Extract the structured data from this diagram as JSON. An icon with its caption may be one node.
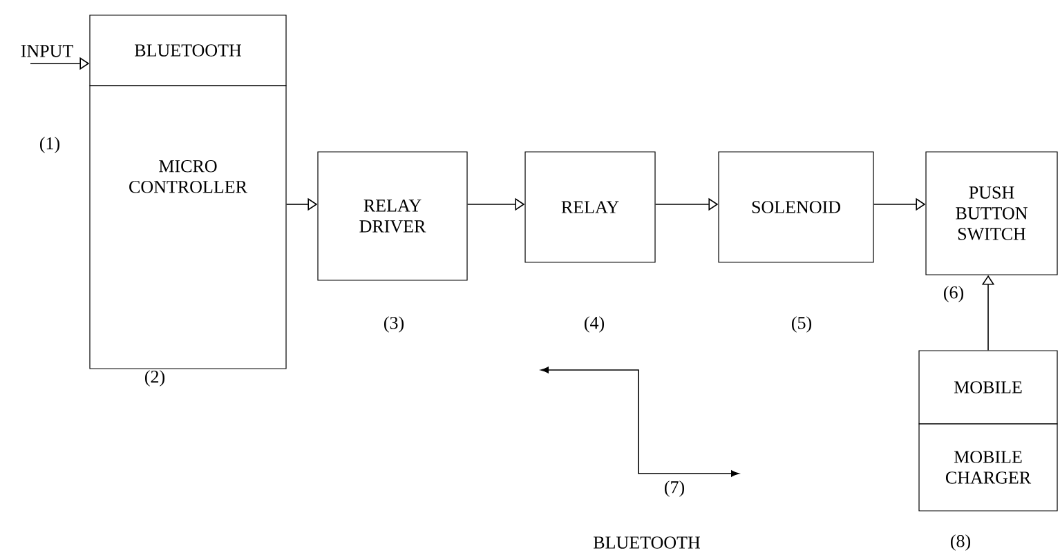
{
  "diagram": {
    "nodes": [
      {
        "text": [
          "INPUT"
        ]
      },
      {
        "text": [
          "BLUETOOTH"
        ]
      },
      {
        "text": [
          "MICRO CONTROLLER"
        ],
        "beside": [
          "(2)"
        ]
      },
      {
        "text": [
          "RELAY DRIVER"
        ],
        "beside": [
          "(3)"
        ]
      },
      {
        "text": [
          "RELAY"
        ],
        "beside": [
          "(4)"
        ]
      },
      {
        "text": [
          "SOLENOID"
        ],
        "beside": [
          "(5)"
        ]
      },
      {
        "text": [
          "PUSH BUTTON SWITCH"
        ],
        "beside": [
          "(6)"
        ]
      },
      {
        "text": [
          "MOBILE"
        ]
      },
      {
        "text": [
          "MOBILE CHARGER"
        ],
        "beside": [
          "(8)"
        ]
      }
    ],
    "edges": [
      {
        "from": 0,
        "to": 1,
        "arrow": "to"
      },
      {
        "from": 2,
        "to": 3,
        "arrow": "to"
      },
      {
        "from": 3,
        "to": 4,
        "arrow": "to"
      },
      {
        "from": 4,
        "to": 5,
        "arrow": "to"
      },
      {
        "from": 5,
        "to": 6,
        "arrow": "to"
      },
      {
        "from": 7,
        "to": 6,
        "arrow": "to"
      }
    ],
    "labels": [
      "(1)",
      "(7)",
      "BLUETOOTH"
    ]
  }
}
